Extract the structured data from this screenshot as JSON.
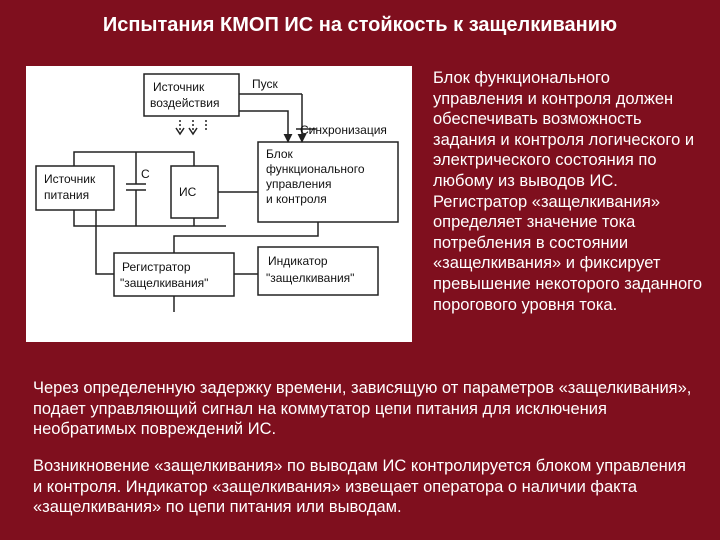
{
  "title": "Испытания КМОП ИС на стойкость к защелкиванию",
  "diagram": {
    "source_label_1": "Источник",
    "source_label_2": "воздействия",
    "start_label": "Пуск",
    "sync_label": "Синхронизация",
    "power_label_1": "Источник",
    "power_label_2": "питания",
    "cap_label": "С",
    "ic_label": "ИС",
    "control_label_1": "Блок",
    "control_label_2": "функционального",
    "control_label_3": "управления",
    "control_label_4": "и контроля",
    "recorder_label_1": "Регистратор",
    "recorder_label_2": "\"защелкивания\"",
    "indicator_label_1": "Индикатор",
    "indicator_label_2": "\"защелкивания\""
  },
  "right_text": "Блок функционального управления и контроля должен обеспечивать возможность задания и контроля логического и электрического состояния по любому из выводов ИС. Регистратор «защелкивания» определяет значение тока потребления в состоянии «защелкивания» и фиксирует превышение некоторого заданного порогового уровня тока.",
  "paragraph_1": "Через определенную задержку времени, зависящую от параметров «защелкивания», подает управляющий сигнал на коммутатор цепи питания для исключения необратимых повреждений ИС.",
  "paragraph_2": "Возникновение «защелкивания» по выводам ИС контролируется блоком управления и контроля. Индикатор «защелкивания» извещает оператора о наличии факта «защелкивания» по цепи питания или выводам."
}
